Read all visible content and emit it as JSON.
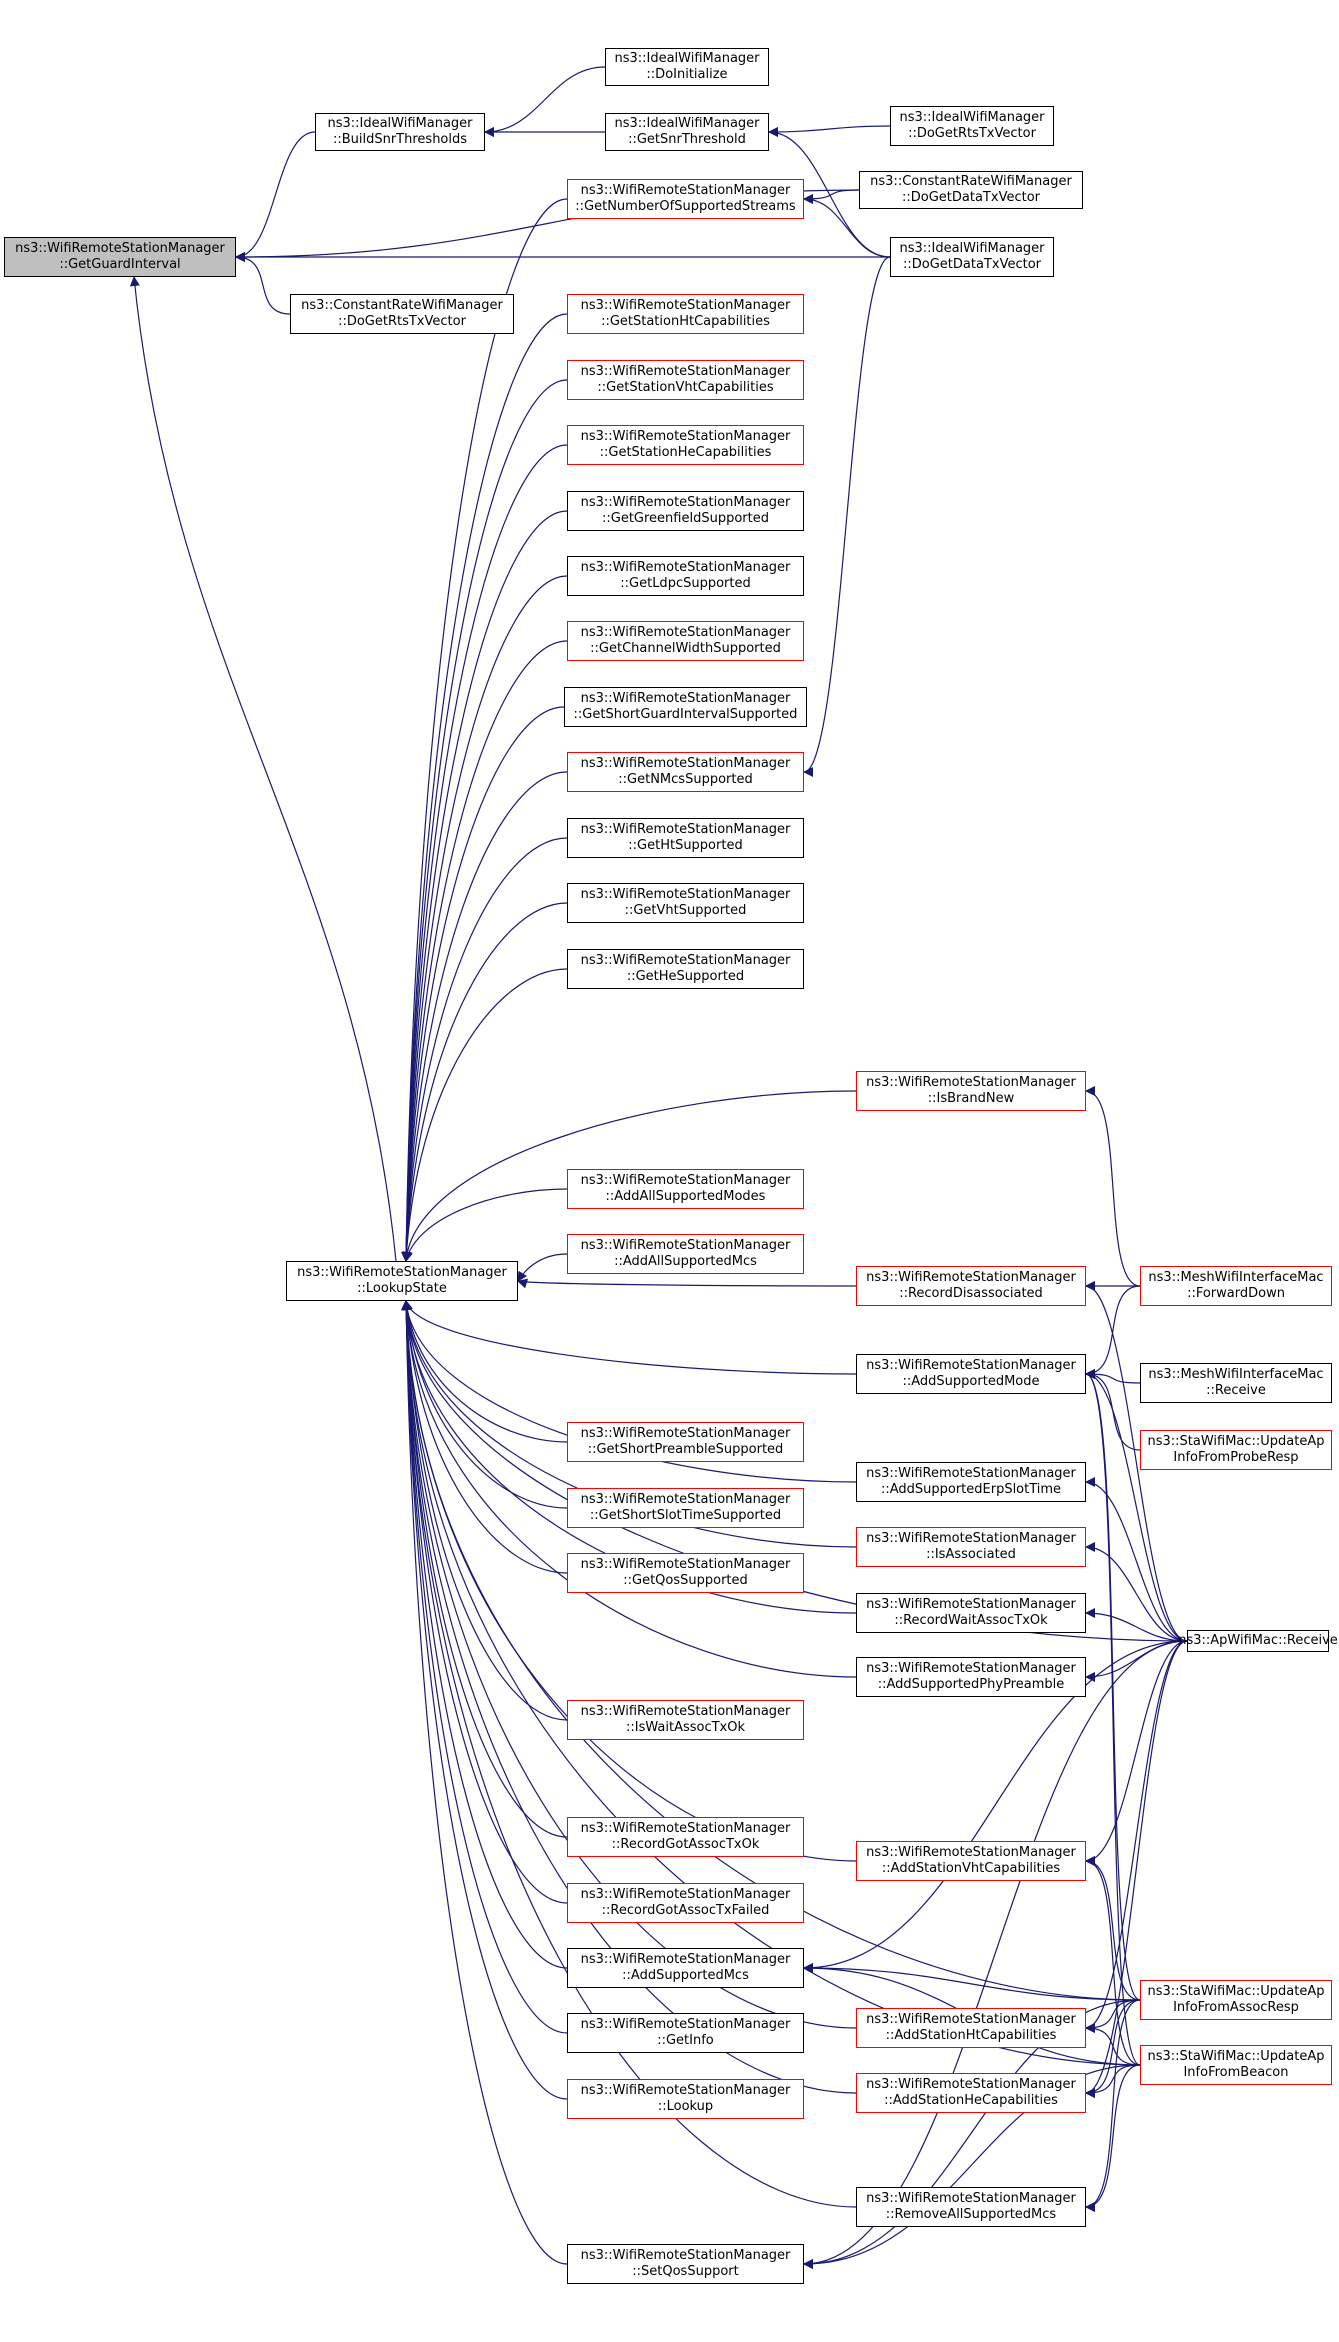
{
  "colors": {
    "edge": "#191970",
    "border": "#000000",
    "highlight_border": "#ff0000",
    "focus_fill": "#bfbfbf"
  },
  "nodes": [
    {
      "id": "ggi",
      "lines": [
        "ns3::WifiRemoteStationManager",
        "::GetGuardInterval"
      ],
      "style": "focus"
    },
    {
      "id": "ideal_doinit",
      "lines": [
        "ns3::IdealWifiManager",
        "::DoInitialize"
      ],
      "style": "normal"
    },
    {
      "id": "ideal_bst",
      "lines": [
        "ns3::IdealWifiManager",
        "::BuildSnrThresholds"
      ],
      "style": "normal"
    },
    {
      "id": "ideal_gst",
      "lines": [
        "ns3::IdealWifiManager",
        "::GetSnrThreshold"
      ],
      "style": "normal"
    },
    {
      "id": "ideal_rts",
      "lines": [
        "ns3::IdealWifiManager",
        "::DoGetRtsTxVector"
      ],
      "style": "normal"
    },
    {
      "id": "gnss",
      "lines": [
        "ns3::WifiRemoteStationManager",
        "::GetNumberOfSupportedStreams"
      ],
      "style": "red"
    },
    {
      "id": "crwm_data",
      "lines": [
        "ns3::ConstantRateWifiManager",
        "::DoGetDataTxVector"
      ],
      "style": "normal"
    },
    {
      "id": "ideal_data",
      "lines": [
        "ns3::IdealWifiManager",
        "::DoGetDataTxVector"
      ],
      "style": "normal"
    },
    {
      "id": "crwm_rts",
      "lines": [
        "ns3::ConstantRateWifiManager",
        "::DoGetRtsTxVector"
      ],
      "style": "normal"
    },
    {
      "id": "gshtc",
      "lines": [
        "ns3::WifiRemoteStationManager",
        "::GetStationHtCapabilities"
      ],
      "style": "red"
    },
    {
      "id": "gsvhtc",
      "lines": [
        "ns3::WifiRemoteStationManager",
        "::GetStationVhtCapabilities"
      ],
      "style": "red"
    },
    {
      "id": "gshec",
      "lines": [
        "ns3::WifiRemoteStationManager",
        "::GetStationHeCapabilities"
      ],
      "style": "red"
    },
    {
      "id": "ggfs",
      "lines": [
        "ns3::WifiRemoteStationManager",
        "::GetGreenfieldSupported"
      ],
      "style": "normal"
    },
    {
      "id": "gldpc",
      "lines": [
        "ns3::WifiRemoteStationManager",
        "::GetLdpcSupported"
      ],
      "style": "normal"
    },
    {
      "id": "gcws",
      "lines": [
        "ns3::WifiRemoteStationManager",
        "::GetChannelWidthSupported"
      ],
      "style": "red"
    },
    {
      "id": "gsgis",
      "lines": [
        "ns3::WifiRemoteStationManager",
        "::GetShortGuardIntervalSupported"
      ],
      "style": "normal"
    },
    {
      "id": "gnmcs",
      "lines": [
        "ns3::WifiRemoteStationManager",
        "::GetNMcsSupported"
      ],
      "style": "red"
    },
    {
      "id": "ghts",
      "lines": [
        "ns3::WifiRemoteStationManager",
        "::GetHtSupported"
      ],
      "style": "normal"
    },
    {
      "id": "gvhts",
      "lines": [
        "ns3::WifiRemoteStationManager",
        "::GetVhtSupported"
      ],
      "style": "normal"
    },
    {
      "id": "ghes",
      "lines": [
        "ns3::WifiRemoteStationManager",
        "::GetHeSupported"
      ],
      "style": "normal"
    },
    {
      "id": "isbn",
      "lines": [
        "ns3::WifiRemoteStationManager",
        "::IsBrandNew"
      ],
      "style": "red"
    },
    {
      "id": "aasmodes",
      "lines": [
        "ns3::WifiRemoteStationManager",
        "::AddAllSupportedModes"
      ],
      "style": "red"
    },
    {
      "id": "aasmcs",
      "lines": [
        "ns3::WifiRemoteStationManager",
        "::AddAllSupportedMcs"
      ],
      "style": "red"
    },
    {
      "id": "lookupstate",
      "lines": [
        "ns3::WifiRemoteStationManager",
        "::LookupState"
      ],
      "style": "normal"
    },
    {
      "id": "recdis",
      "lines": [
        "ns3::WifiRemoteStationManager",
        "::RecordDisassociated"
      ],
      "style": "red"
    },
    {
      "id": "mesh_fwd",
      "lines": [
        "ns3::MeshWifiInterfaceMac",
        "::ForwardDown"
      ],
      "style": "red"
    },
    {
      "id": "asmode",
      "lines": [
        "ns3::WifiRemoteStationManager",
        "::AddSupportedMode"
      ],
      "style": "normal"
    },
    {
      "id": "mesh_recv",
      "lines": [
        "ns3::MeshWifiInterfaceMac",
        "::Receive"
      ],
      "style": "normal"
    },
    {
      "id": "sta_probe",
      "lines": [
        "ns3::StaWifiMac::UpdateAp",
        "InfoFromProbeResp"
      ],
      "style": "red"
    },
    {
      "id": "gsps",
      "lines": [
        "ns3::WifiRemoteStationManager",
        "::GetShortPreambleSupported"
      ],
      "style": "red"
    },
    {
      "id": "aserp",
      "lines": [
        "ns3::WifiRemoteStationManager",
        "::AddSupportedErpSlotTime"
      ],
      "style": "normal"
    },
    {
      "id": "gssts",
      "lines": [
        "ns3::WifiRemoteStationManager",
        "::GetShortSlotTimeSupported"
      ],
      "style": "red"
    },
    {
      "id": "isassoc",
      "lines": [
        "ns3::WifiRemoteStationManager",
        "::IsAssociated"
      ],
      "style": "red"
    },
    {
      "id": "gqos",
      "lines": [
        "ns3::WifiRemoteStationManager",
        "::GetQosSupported"
      ],
      "style": "red"
    },
    {
      "id": "rwat",
      "lines": [
        "ns3::WifiRemoteStationManager",
        "::RecordWaitAssocTxOk"
      ],
      "style": "normal"
    },
    {
      "id": "ap_recv",
      "lines": [
        "ns3::ApWifiMac::Receive"
      ],
      "style": "normal"
    },
    {
      "id": "asphy",
      "lines": [
        "ns3::WifiRemoteStationManager",
        "::AddSupportedPhyPreamble"
      ],
      "style": "normal"
    },
    {
      "id": "iswait",
      "lines": [
        "ns3::WifiRemoteStationManager",
        "::IsWaitAssocTxOk"
      ],
      "style": "red"
    },
    {
      "id": "rgat",
      "lines": [
        "ns3::WifiRemoteStationManager",
        "::RecordGotAssocTxOk"
      ],
      "style": "red"
    },
    {
      "id": "asvht",
      "lines": [
        "ns3::WifiRemoteStationManager",
        "::AddStationVhtCapabilities"
      ],
      "style": "red"
    },
    {
      "id": "rgaf",
      "lines": [
        "ns3::WifiRemoteStationManager",
        "::RecordGotAssocTxFailed"
      ],
      "style": "red"
    },
    {
      "id": "asmcs",
      "lines": [
        "ns3::WifiRemoteStationManager",
        "::AddSupportedMcs"
      ],
      "style": "normal"
    },
    {
      "id": "sta_assoc",
      "lines": [
        "ns3::StaWifiMac::UpdateAp",
        "InfoFromAssocResp"
      ],
      "style": "red"
    },
    {
      "id": "asht",
      "lines": [
        "ns3::WifiRemoteStationManager",
        "::AddStationHtCapabilities"
      ],
      "style": "red"
    },
    {
      "id": "getinfo",
      "lines": [
        "ns3::WifiRemoteStationManager",
        "::GetInfo"
      ],
      "style": "normal"
    },
    {
      "id": "sta_beacon",
      "lines": [
        "ns3::StaWifiMac::UpdateAp",
        "InfoFromBeacon"
      ],
      "style": "red"
    },
    {
      "id": "ashe",
      "lines": [
        "ns3::WifiRemoteStationManager",
        "::AddStationHeCapabilities"
      ],
      "style": "red"
    },
    {
      "id": "lookup",
      "lines": [
        "ns3::WifiRemoteStationManager",
        "::Lookup"
      ],
      "style": "red"
    },
    {
      "id": "rasmcs",
      "lines": [
        "ns3::WifiRemoteStationManager",
        "::RemoveAllSupportedMcs"
      ],
      "style": "normal"
    },
    {
      "id": "setqos",
      "lines": [
        "ns3::WifiRemoteStationManager",
        "::SetQosSupport"
      ],
      "style": "normal"
    }
  ],
  "edges": [
    [
      "ggi",
      "ideal_bst"
    ],
    [
      "ggi",
      "crwm_data"
    ],
    [
      "ggi",
      "ideal_data"
    ],
    [
      "ggi",
      "crwm_rts"
    ],
    [
      "ggi",
      "lookupstate"
    ],
    [
      "ideal_bst",
      "ideal_doinit"
    ],
    [
      "ideal_bst",
      "ideal_gst"
    ],
    [
      "ideal_gst",
      "ideal_rts"
    ],
    [
      "ideal_gst",
      "ideal_data"
    ],
    [
      "gnss",
      "crwm_data"
    ],
    [
      "gnss",
      "ideal_data"
    ],
    [
      "gnmcs",
      "ideal_data"
    ],
    [
      "lookupstate",
      "gnss"
    ],
    [
      "lookupstate",
      "gshtc"
    ],
    [
      "lookupstate",
      "gsvhtc"
    ],
    [
      "lookupstate",
      "gshec"
    ],
    [
      "lookupstate",
      "ggfs"
    ],
    [
      "lookupstate",
      "gldpc"
    ],
    [
      "lookupstate",
      "gcws"
    ],
    [
      "lookupstate",
      "gsgis"
    ],
    [
      "lookupstate",
      "gnmcs"
    ],
    [
      "lookupstate",
      "ghts"
    ],
    [
      "lookupstate",
      "gvhts"
    ],
    [
      "lookupstate",
      "ghes"
    ],
    [
      "lookupstate",
      "isbn"
    ],
    [
      "lookupstate",
      "aasmodes"
    ],
    [
      "lookupstate",
      "aasmcs"
    ],
    [
      "lookupstate",
      "recdis"
    ],
    [
      "lookupstate",
      "asmode"
    ],
    [
      "lookupstate",
      "gsps"
    ],
    [
      "lookupstate",
      "aserp"
    ],
    [
      "lookupstate",
      "gssts"
    ],
    [
      "lookupstate",
      "isassoc"
    ],
    [
      "lookupstate",
      "gqos"
    ],
    [
      "lookupstate",
      "rwat"
    ],
    [
      "lookupstate",
      "asphy"
    ],
    [
      "lookupstate",
      "iswait"
    ],
    [
      "lookupstate",
      "rgat"
    ],
    [
      "lookupstate",
      "asvht"
    ],
    [
      "lookupstate",
      "rgaf"
    ],
    [
      "lookupstate",
      "asmcs"
    ],
    [
      "lookupstate",
      "asht"
    ],
    [
      "lookupstate",
      "getinfo"
    ],
    [
      "lookupstate",
      "ashe"
    ],
    [
      "lookupstate",
      "lookup"
    ],
    [
      "lookupstate",
      "rasmcs"
    ],
    [
      "lookupstate",
      "setqos"
    ],
    [
      "lookupstate",
      "sta_assoc"
    ],
    [
      "lookupstate",
      "sta_beacon"
    ],
    [
      "lookupstate",
      "ap_recv"
    ],
    [
      "isbn",
      "mesh_fwd"
    ],
    [
      "recdis",
      "mesh_fwd"
    ],
    [
      "recdis",
      "ap_recv"
    ],
    [
      "asmode",
      "mesh_fwd"
    ],
    [
      "asmode",
      "mesh_recv"
    ],
    [
      "asmode",
      "sta_probe"
    ],
    [
      "asmode",
      "ap_recv"
    ],
    [
      "asmode",
      "sta_assoc"
    ],
    [
      "asmode",
      "sta_beacon"
    ],
    [
      "aserp",
      "ap_recv"
    ],
    [
      "isassoc",
      "ap_recv"
    ],
    [
      "rwat",
      "ap_recv"
    ],
    [
      "asphy",
      "ap_recv"
    ],
    [
      "asvht",
      "ap_recv"
    ],
    [
      "asvht",
      "sta_assoc"
    ],
    [
      "asvht",
      "sta_beacon"
    ],
    [
      "asmcs",
      "ap_recv"
    ],
    [
      "asmcs",
      "sta_assoc"
    ],
    [
      "asmcs",
      "sta_beacon"
    ],
    [
      "asht",
      "ap_recv"
    ],
    [
      "asht",
      "sta_assoc"
    ],
    [
      "asht",
      "sta_beacon"
    ],
    [
      "ashe",
      "ap_recv"
    ],
    [
      "ashe",
      "sta_assoc"
    ],
    [
      "ashe",
      "sta_beacon"
    ],
    [
      "rasmcs",
      "sta_assoc"
    ],
    [
      "rasmcs",
      "sta_beacon"
    ],
    [
      "setqos",
      "ap_recv"
    ],
    [
      "setqos",
      "sta_assoc"
    ],
    [
      "setqos",
      "sta_beacon"
    ]
  ]
}
